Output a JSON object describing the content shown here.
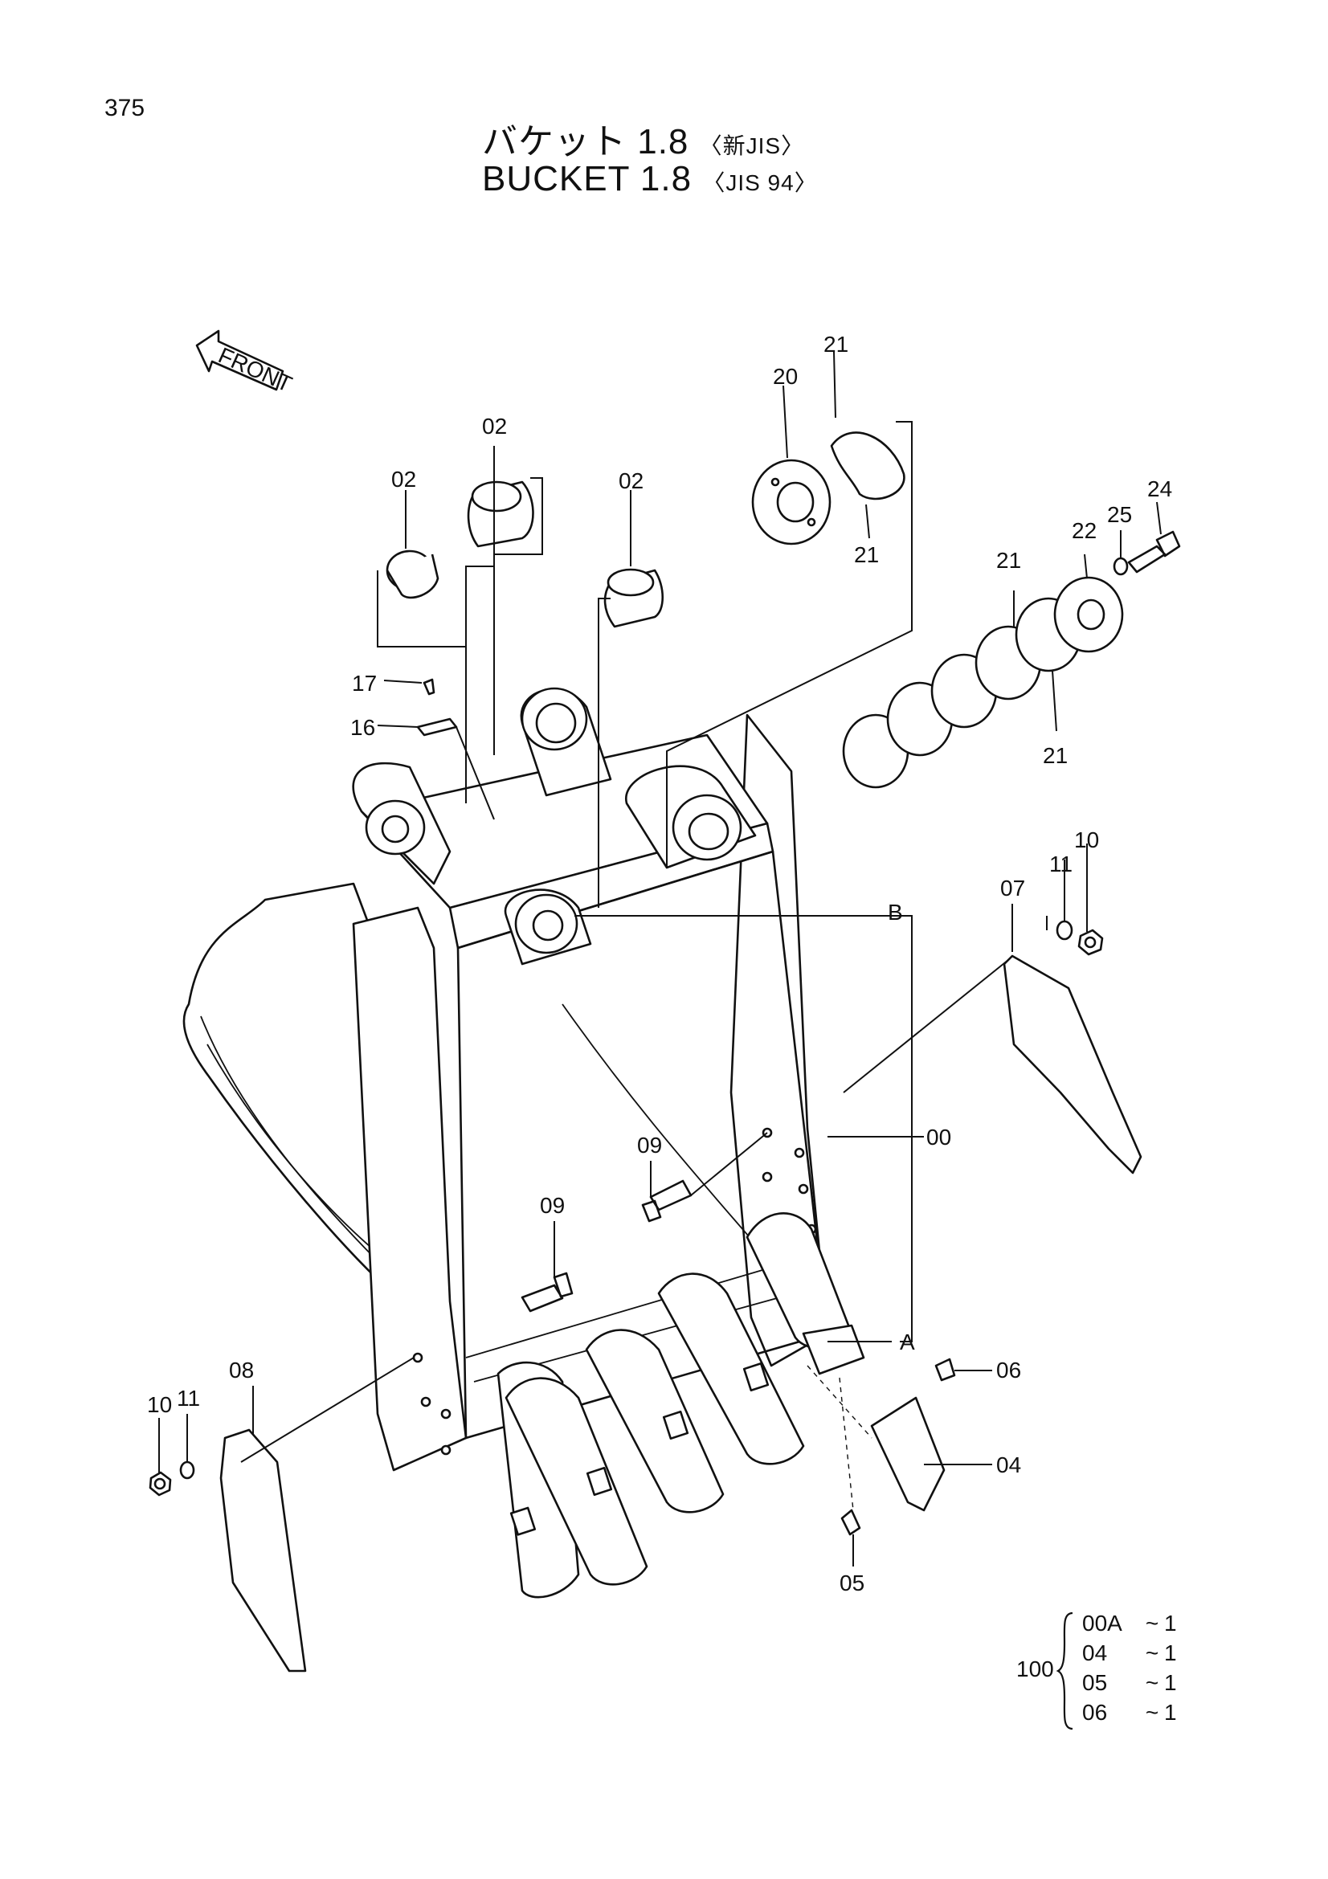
{
  "page": {
    "number": "375"
  },
  "title": {
    "jp_main": "バケット 1.8",
    "jp_sub": "〈新JIS〉",
    "en_main": "BUCKET 1.8",
    "en_sub": "〈JIS 94〉"
  },
  "front_arrow": {
    "label": "FRONT"
  },
  "callouts": {
    "c00": "00",
    "c02a": "02",
    "c02b": "02",
    "c02c": "02",
    "c04": "04",
    "c05": "05",
    "c06": "06",
    "c07": "07",
    "c08": "08",
    "c09a": "09",
    "c09b": "09",
    "c10a": "10",
    "c10b": "10",
    "c11a": "11",
    "c11b": "11",
    "c16": "16",
    "c17": "17",
    "c20": "20",
    "c21a": "21",
    "c21b": "21",
    "c21c": "21",
    "c21d": "21",
    "c22": "22",
    "c24": "24",
    "c25": "25",
    "refA": "A",
    "refB": "B"
  },
  "kit": {
    "total": "100",
    "items": [
      {
        "code": "00A",
        "sep": "~",
        "qty": "1"
      },
      {
        "code": "04",
        "sep": "~",
        "qty": "1"
      },
      {
        "code": "05",
        "sep": "~",
        "qty": "1"
      },
      {
        "code": "06",
        "sep": "~",
        "qty": "1"
      }
    ]
  }
}
